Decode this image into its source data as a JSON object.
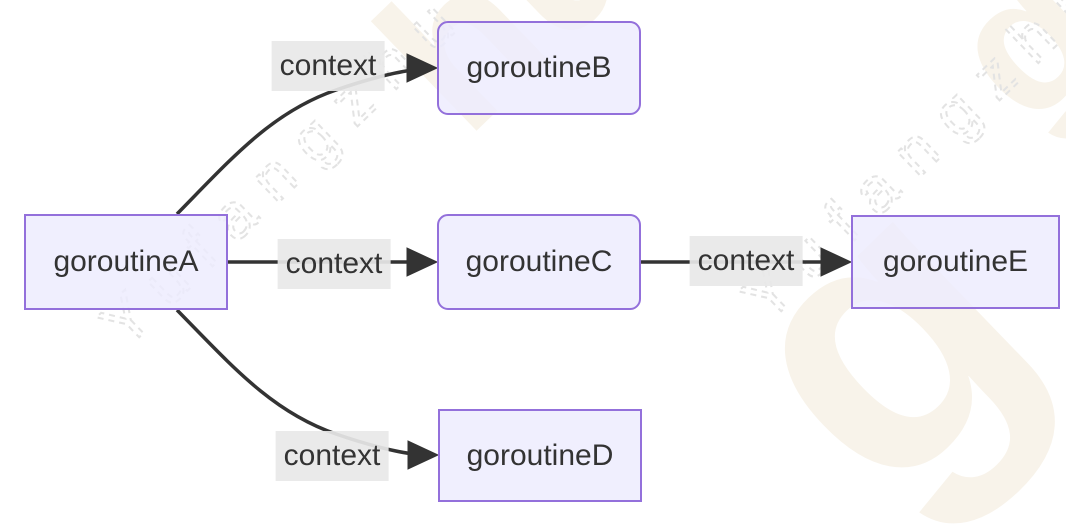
{
  "diagram": {
    "type": "flowchart",
    "direction": "LR",
    "nodes": [
      {
        "id": "A",
        "label": "goroutineA",
        "shape": "rectangle"
      },
      {
        "id": "B",
        "label": "goroutineB",
        "shape": "rounded"
      },
      {
        "id": "C",
        "label": "goroutineC",
        "shape": "rounded"
      },
      {
        "id": "D",
        "label": "goroutineD",
        "shape": "rectangle"
      },
      {
        "id": "E",
        "label": "goroutineE",
        "shape": "rectangle"
      }
    ],
    "edges": [
      {
        "from": "goroutineA",
        "to": "goroutineB",
        "label": "context"
      },
      {
        "from": "goroutineA",
        "to": "goroutineC",
        "label": "context"
      },
      {
        "from": "goroutineA",
        "to": "goroutineD",
        "label": "context"
      },
      {
        "from": "goroutineC",
        "to": "goroutineE",
        "label": "context"
      }
    ],
    "colors": {
      "node_fill": "#ECECFF",
      "node_border": "#9370DB",
      "node_text": "#333333",
      "edge_line": "#333333",
      "edge_label_bg": "#e8e8e8",
      "edge_label_text": "#333333"
    }
  },
  "watermark": {
    "text": "Yufangzhu",
    "style": "dashed-outline",
    "outline_color": "#e3e3e3",
    "large_color": "#f8f3ea",
    "large_fragments": [
      {
        "text": "hu"
      },
      {
        "text": "g"
      },
      {
        "text": "g"
      }
    ]
  }
}
